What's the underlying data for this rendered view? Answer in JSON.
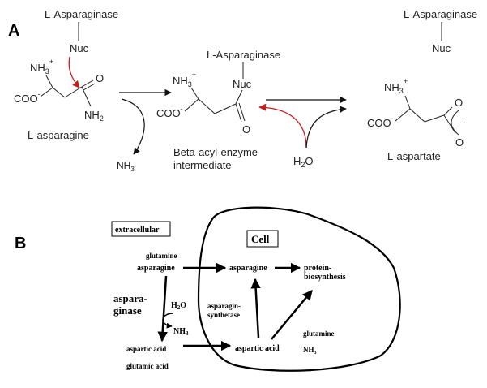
{
  "panel_a": {
    "label": "A",
    "enzyme_1": "L-Asparaginase",
    "enzyme_2": "L-Asparaginase",
    "enzyme_3": "L-Asparaginase",
    "nuc_1": "Nuc",
    "nuc_2": "Nuc",
    "nuc_3": "Nuc",
    "nh3_main": "NH",
    "nh3_sub": "3",
    "plus": "+",
    "coo": "COO",
    "minus": "-",
    "o": "O",
    "nh2_main": "NH",
    "nh2_sub": "2",
    "asparagine_label": "L-asparagine",
    "nh3_product_main": "NH",
    "nh3_product_sub": "3",
    "intermediate_line1": "Beta-acyl-enzyme",
    "intermediate_line2": "intermediate",
    "water_main": "H",
    "water_sub": "2",
    "water_o": "O",
    "aspartate_label": "L-aspartate"
  },
  "panel_b": {
    "label": "B",
    "extracellular": "extracellular",
    "cell": "Cell",
    "glutamine_out": "glutamine",
    "asparagine_out": "asparagine",
    "asparaginase_line1": "aspara-",
    "asparaginase_line2": "ginase",
    "water_main": "H",
    "water_sub": "2",
    "water_o": "O",
    "nh3_main": "NH",
    "nh3_sub": "3",
    "aspartic_out": "aspartic acid",
    "glutamic_out": "glutamic acid",
    "asparagine_in": "asparagine",
    "protein_line1": "protein-",
    "protein_line2": "biosynthesis",
    "synthetase_line1": "asparagin-",
    "synthetase_line2": "synthetase",
    "aspartic_in": "aspartic acid",
    "glutamine_in": "glutamine",
    "nh3_in_main": "NH",
    "nh3_in_sub": "3"
  }
}
